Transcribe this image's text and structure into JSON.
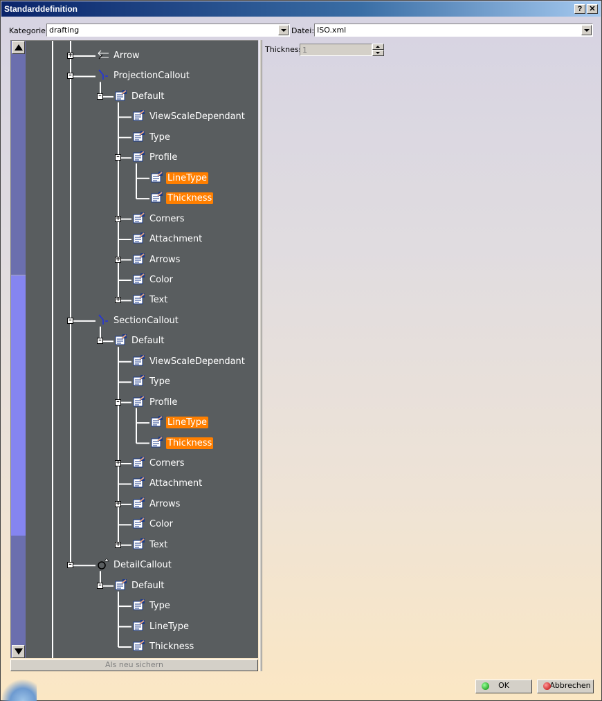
{
  "window": {
    "title": "Standarddefinition",
    "help_label": "?",
    "close_label": "✕"
  },
  "top": {
    "category_label": "Kategorie:",
    "category_value": "drafting",
    "file_label": "Datei:",
    "file_value": "ISO.xml"
  },
  "tree": {
    "nodes": [
      {
        "label": "Arrow",
        "icon": "arrow-icon"
      },
      {
        "label": "ProjectionCallout",
        "icon": "projection-callout-icon"
      },
      {
        "label": "Default",
        "icon": "parameter-icon"
      },
      {
        "label": "ViewScaleDependant",
        "icon": "parameter-icon"
      },
      {
        "label": "Type",
        "icon": "parameter-icon"
      },
      {
        "label": "Profile",
        "icon": "parameter-icon"
      },
      {
        "label": "LineType",
        "icon": "parameter-icon",
        "selected": true
      },
      {
        "label": "Thickness",
        "icon": "parameter-icon",
        "selected": true
      },
      {
        "label": "Corners",
        "icon": "parameter-icon"
      },
      {
        "label": "Attachment",
        "icon": "parameter-icon"
      },
      {
        "label": "Arrows",
        "icon": "parameter-icon"
      },
      {
        "label": "Color",
        "icon": "parameter-icon"
      },
      {
        "label": "Text",
        "icon": "parameter-icon"
      },
      {
        "label": "SectionCallout",
        "icon": "section-callout-icon"
      },
      {
        "label": "Default",
        "icon": "parameter-icon"
      },
      {
        "label": "ViewScaleDependant",
        "icon": "parameter-icon"
      },
      {
        "label": "Type",
        "icon": "parameter-icon"
      },
      {
        "label": "Profile",
        "icon": "parameter-icon"
      },
      {
        "label": "LineType",
        "icon": "parameter-icon",
        "selected": true
      },
      {
        "label": "Thickness",
        "icon": "parameter-icon",
        "selected": true
      },
      {
        "label": "Corners",
        "icon": "parameter-icon"
      },
      {
        "label": "Attachment",
        "icon": "parameter-icon"
      },
      {
        "label": "Arrows",
        "icon": "parameter-icon"
      },
      {
        "label": "Color",
        "icon": "parameter-icon"
      },
      {
        "label": "Text",
        "icon": "parameter-icon"
      },
      {
        "label": "DetailCallout",
        "icon": "detail-callout-icon"
      },
      {
        "label": "Default",
        "icon": "parameter-icon"
      },
      {
        "label": "Type",
        "icon": "parameter-icon"
      },
      {
        "label": "LineType",
        "icon": "parameter-icon"
      },
      {
        "label": "Thickness",
        "icon": "parameter-icon"
      }
    ],
    "save_button_label": "Als neu sichern"
  },
  "parameter": {
    "label": "Thickness",
    "value": "1"
  },
  "buttons": {
    "ok_label": "OK",
    "cancel_label": "Abbrechen"
  },
  "colors": {
    "tree_background": "#595d5f",
    "selection": "#ff7f00",
    "scroll_thumb": "#8585f0"
  }
}
